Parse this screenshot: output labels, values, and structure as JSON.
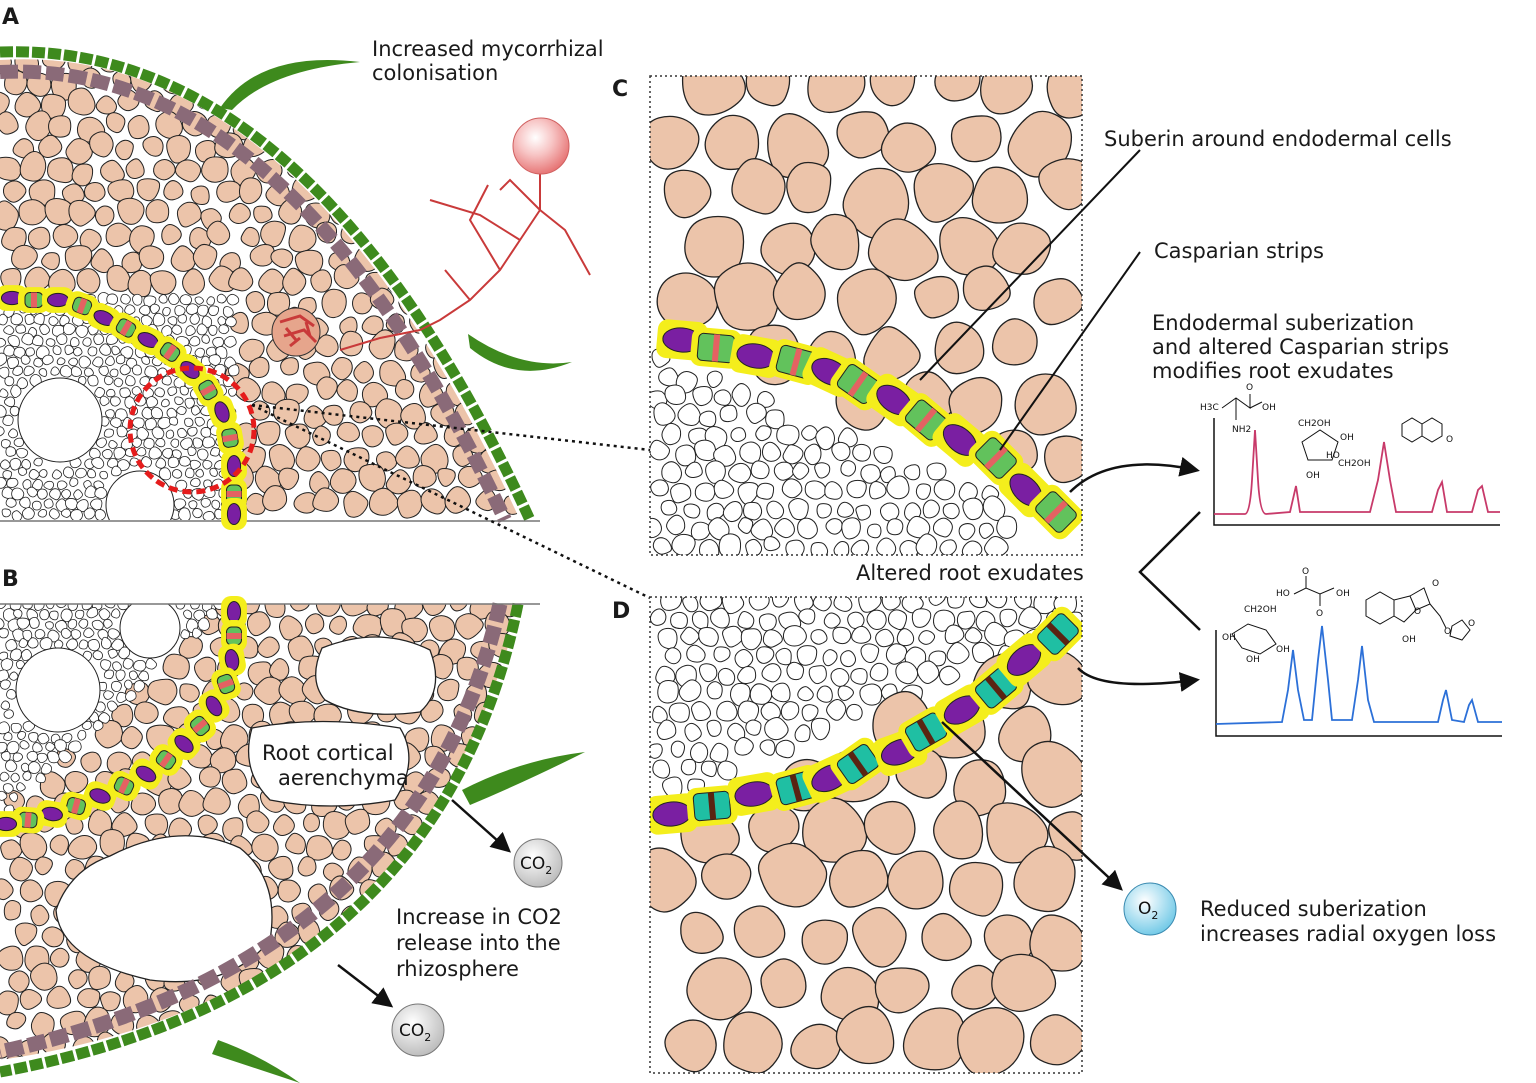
{
  "panels": {
    "a": "A",
    "b": "B",
    "c": "C",
    "d": "D"
  },
  "labels": {
    "mycorrhizal": [
      "Increased mycorrhizal",
      "colonisation"
    ],
    "aerenchyma": [
      "Root cortical",
      "aerenchyma"
    ],
    "co2_release": [
      "Increase in CO2",
      "release into the",
      "rhizosphere"
    ],
    "suberin": "Suberin around endodermal cells",
    "casparian": "Casparian strips",
    "exudate_mod": [
      "Endodermal suberization",
      "and altered Casparian strips",
      "modifies root exudates"
    ],
    "altered_exudates": "Altered root exudates",
    "rol": [
      "Reduced suberization",
      "increases radial oxygen loss"
    ]
  },
  "gases": {
    "co2_base": "CO",
    "co2_sub": "2",
    "o2_base": "O",
    "o2_sub": "2"
  },
  "chemistry": {
    "h3c": "H3C",
    "oh": "OH",
    "o": "O",
    "nh2": "NH2",
    "ho": "HO",
    "ch2oh": "CH2OH"
  },
  "colors": {
    "cortex": "#ecc4aa",
    "epidermis": "#3e8a1d",
    "exodermis": "#8a6a78",
    "suberin": "#f4ee1c",
    "endodermis_nucleus": "#7a1fa2",
    "casparian_green": "#62c25c",
    "casparian_red": "#e46262",
    "altered_teal": "#1fbfa3",
    "altered_band": "#5a2412",
    "hypha": "#c93a3a",
    "spore": "#f5a8a8",
    "chromatogram_top": "#c83a6a",
    "chromatogram_bottom": "#2c70d8",
    "o2_bubble": "#a8e0f4",
    "co2_bubble": "#d8d8d8"
  }
}
